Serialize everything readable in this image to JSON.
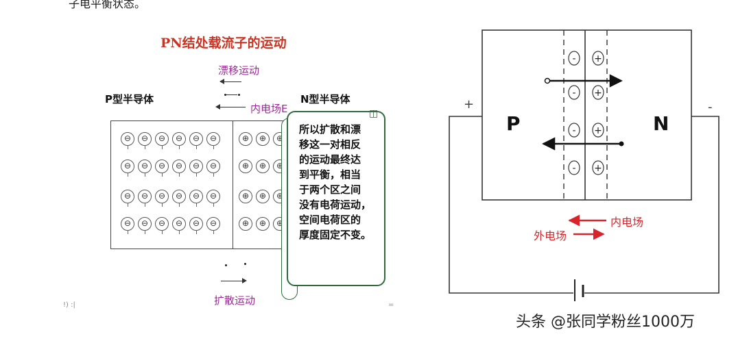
{
  "left_diagram": {
    "clipped_top_text": "子电平衡状态。",
    "title": "PN结处载流子的运动",
    "drift_label": "漂移运动",
    "internal_field_label": "内电场E",
    "p_label": "P型半导体",
    "n_label": "N型半导体",
    "diffusion_label": "扩散运动",
    "p_ion_symbol": "⊖",
    "n_ion_symbol": "⊕",
    "scroll_lines": [
      "所以扩散和漂",
      "移这一对相反",
      "的运动最终达",
      "到平衡，相当",
      "于两个区之间",
      "没有电荷运动，",
      "空间电荷区的",
      "厚度固定不变。"
    ],
    "scribble_left": "!) :|",
    "scribble_right": "="
  },
  "right_diagram": {
    "plus_sign": "+",
    "minus_sign": "-",
    "p_label": "P",
    "n_label": "N",
    "ion_minus": "-",
    "ion_plus": "+",
    "internal_field_label": "内电场",
    "external_field_label": "外电场"
  },
  "colors": {
    "title_red": "#cc3322",
    "label_purple": "#a0289a",
    "scroll_green": "#2f6a3c",
    "field_red": "#d8242a"
  },
  "watermark": "头条 @张同学粉丝1000万"
}
